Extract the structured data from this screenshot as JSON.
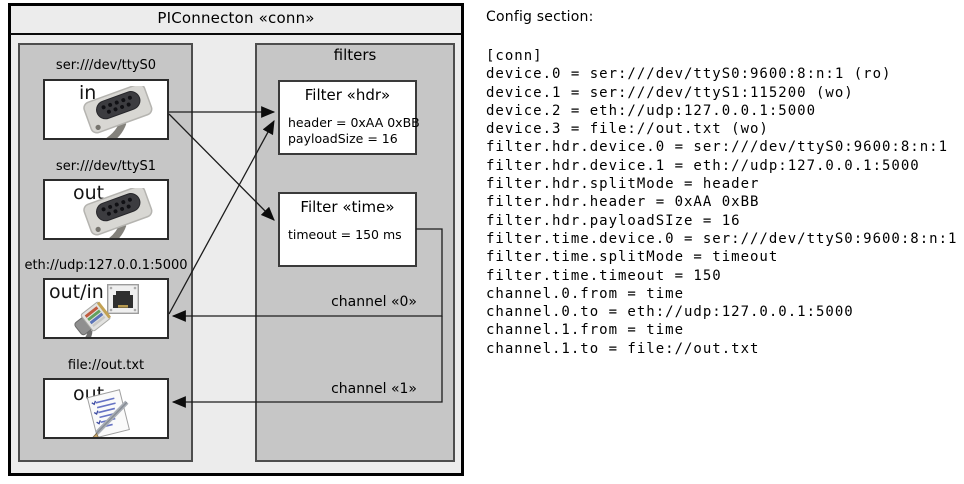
{
  "diagram": {
    "title": "PIConnecton «conn»",
    "filters_label": "filters",
    "devices": [
      {
        "uri": "ser:///dev/ttyS0",
        "direction": "in",
        "icon": "serial-connector-icon"
      },
      {
        "uri": "ser:///dev/ttyS1",
        "direction": "out",
        "icon": "serial-connector-icon"
      },
      {
        "uri": "eth://udp:127.0.0.1:5000",
        "direction": "out/in",
        "icon": "ethernet-port-and-cable-icon"
      },
      {
        "uri": "file://out.txt",
        "direction": "out",
        "icon": "notepad-pencil-icon"
      }
    ],
    "filters": [
      {
        "title": "Filter «hdr»",
        "attributes": [
          "header = 0xAA 0xBB",
          "payloadSize = 16"
        ]
      },
      {
        "title": "Filter «time»",
        "attributes": [
          "timeout = 150 ms"
        ]
      }
    ],
    "channels": [
      {
        "label": "channel «0»"
      },
      {
        "label": "channel «1»"
      }
    ],
    "connections": [
      "ser:///dev/ttyS0 -> Filter «hdr»",
      "ser:///dev/ttyS0 -> Filter «time»",
      "eth://udp:127.0.0.1:5000 -> Filter «hdr»",
      "Filter «time» -> channel «0» -> eth://udp:127.0.0.1:5000",
      "Filter «time» -> channel «1» -> file://out.txt"
    ]
  },
  "config": {
    "heading": "Config section:",
    "lines": [
      "[conn]",
      "device.0 = ser:///dev/ttyS0:9600:8:n:1 (ro)",
      "device.1 = ser:///dev/ttyS1:115200 (wo)",
      "device.2 = eth://udp:127.0.0.1:5000",
      "device.3 = file://out.txt (wo)",
      "filter.hdr.device.0 = ser:///dev/ttyS0:9600:8:n:1",
      "filter.hdr.device.1 = eth://udp:127.0.0.1:5000",
      "filter.hdr.splitMode = header",
      "filter.hdr.header = 0xAA 0xBB",
      "filter.hdr.payloadSIze = 16",
      "filter.time.device.0 = ser:///dev/ttyS0:9600:8:n:1",
      "filter.time.splitMode = timeout",
      "filter.time.timeout = 150",
      "channel.0.from = time",
      "channel.0.to = eth://udp:127.0.0.1:5000",
      "channel.1.from = time",
      "channel.1.to = file://out.txt"
    ]
  },
  "colors": {
    "outer_fill": "#ececec",
    "group_fill": "#c6c6c6",
    "box_fill": "#ffffff",
    "border_dark": "#2b2b2b",
    "line": "#1c1c1c"
  }
}
